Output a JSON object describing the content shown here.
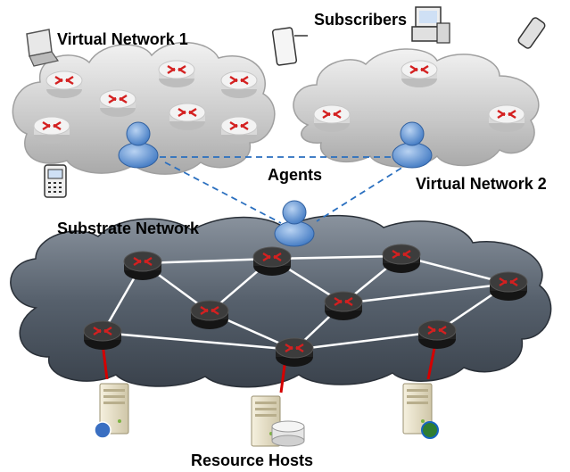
{
  "labels": {
    "virtual_network_1": "Virtual Network 1",
    "virtual_network_2": "Virtual Network 2",
    "subscribers": "Subscribers",
    "agents": "Agents",
    "substrate_network": "Substrate Network",
    "resource_hosts": "Resource Hosts"
  },
  "colors": {
    "virtual_cloud": "#c9c9c9",
    "substrate_cloud": "#5a6470",
    "router_light": "#eeeeee",
    "router_dark": "#2e2e2e",
    "router_arrows": "#d42020",
    "link_line": "#ffffff",
    "mapping_line": "#2a6fbf",
    "host_link": "#d40000",
    "agent": "#5a8fd0"
  }
}
